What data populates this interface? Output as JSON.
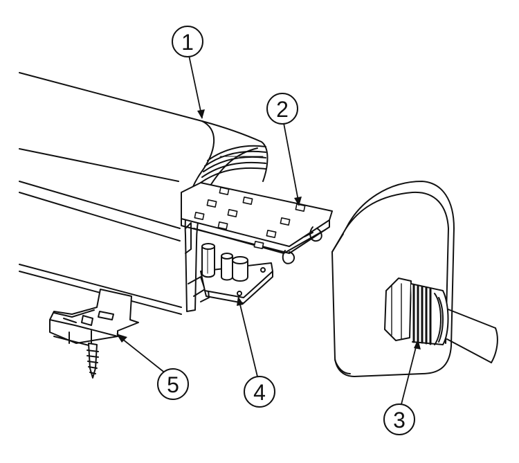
{
  "callouts": [
    {
      "label": "1",
      "part": "housing"
    },
    {
      "label": "2",
      "part": "led-board"
    },
    {
      "label": "3",
      "part": "cable-gland"
    },
    {
      "label": "4",
      "part": "driver-board"
    },
    {
      "label": "5",
      "part": "mounting-clip"
    }
  ],
  "colors": {
    "line": "#111111",
    "background": "#ffffff",
    "fill": "#ffffff"
  }
}
